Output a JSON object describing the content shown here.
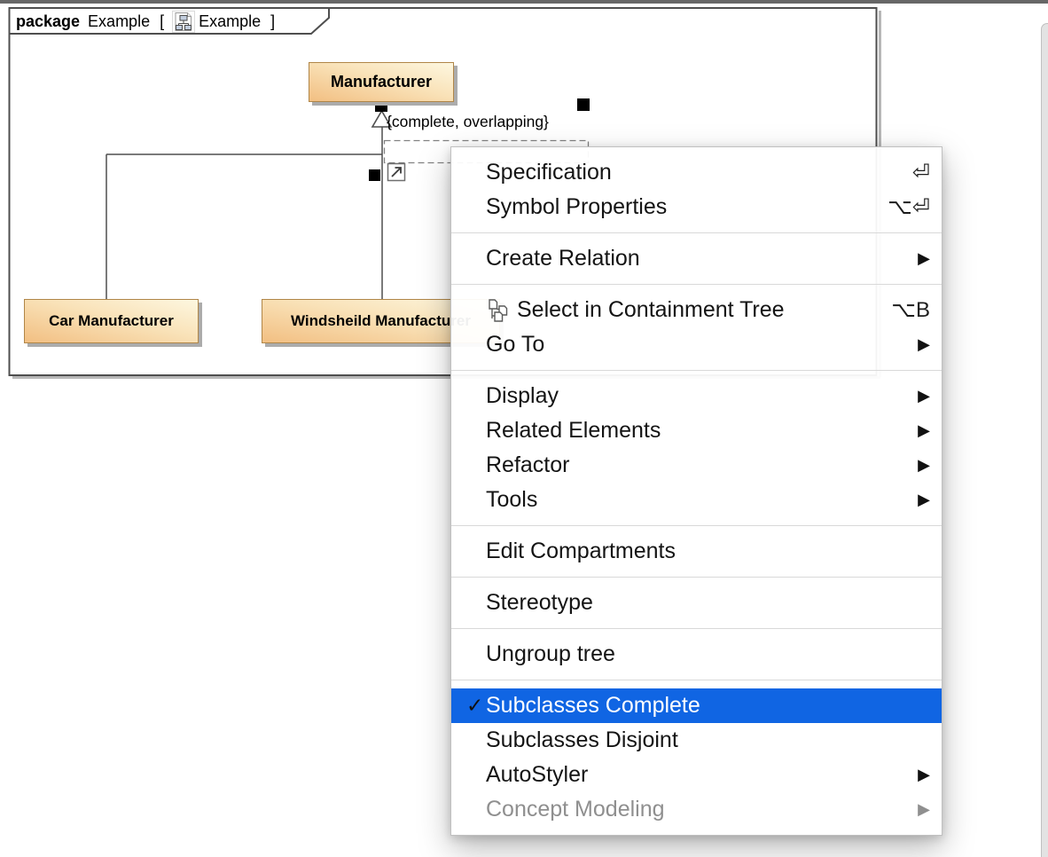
{
  "package_diagram": {
    "keyword": "package",
    "package_name": "Example",
    "open_bracket": "[",
    "diagram_name": "Example",
    "close_bracket": "]",
    "constraint_label": "{complete, overlapping}",
    "classes": [
      {
        "name": "Manufacturer"
      },
      {
        "name": "Car Manufacturer"
      },
      {
        "name": "Windsheild Manufacturer"
      }
    ],
    "colors": {
      "class_fill_dark": "#f2bf82",
      "class_fill_light": "#fdf7e0",
      "class_border": "#b08648",
      "frame_line": "#4f4f4f"
    }
  },
  "context_menu": {
    "checkmark_glyph": "✓",
    "submenu_arrow_glyph": "▶",
    "highlight_color": "#1065e3",
    "groups": [
      {
        "items": [
          {
            "name": "menu-item-specification",
            "label": "Specification",
            "shortcut": "⏎"
          },
          {
            "name": "menu-item-symbol-properties",
            "label": "Symbol Properties",
            "shortcut": "⌥⏎"
          }
        ]
      },
      {
        "items": [
          {
            "name": "menu-item-create-relation",
            "label": "Create Relation",
            "submenu": true
          }
        ]
      },
      {
        "items": [
          {
            "name": "menu-item-select-in-containment-tree",
            "label": "Select in Containment Tree",
            "icon": "containment-tree-icon",
            "shortcut": "⌥B"
          },
          {
            "name": "menu-item-go-to",
            "label": "Go To",
            "submenu": true
          }
        ]
      },
      {
        "items": [
          {
            "name": "menu-item-display",
            "label": "Display",
            "submenu": true
          },
          {
            "name": "menu-item-related-elements",
            "label": "Related Elements",
            "submenu": true
          },
          {
            "name": "menu-item-refactor",
            "label": "Refactor",
            "submenu": true
          },
          {
            "name": "menu-item-tools",
            "label": "Tools",
            "submenu": true
          }
        ]
      },
      {
        "items": [
          {
            "name": "menu-item-edit-compartments",
            "label": "Edit Compartments"
          }
        ]
      },
      {
        "items": [
          {
            "name": "menu-item-stereotype",
            "label": "Stereotype"
          }
        ]
      },
      {
        "items": [
          {
            "name": "menu-item-ungroup-tree",
            "label": "Ungroup tree"
          }
        ]
      },
      {
        "items": [
          {
            "name": "menu-item-subclasses-complete",
            "label": "Subclasses Complete",
            "checked": true,
            "highlighted": true
          },
          {
            "name": "menu-item-subclasses-disjoint",
            "label": "Subclasses Disjoint"
          },
          {
            "name": "menu-item-autostyler",
            "label": "AutoStyler",
            "submenu": true
          },
          {
            "name": "menu-item-concept-modeling",
            "label": "Concept Modeling",
            "submenu": true,
            "disabled": true
          }
        ]
      }
    ]
  }
}
